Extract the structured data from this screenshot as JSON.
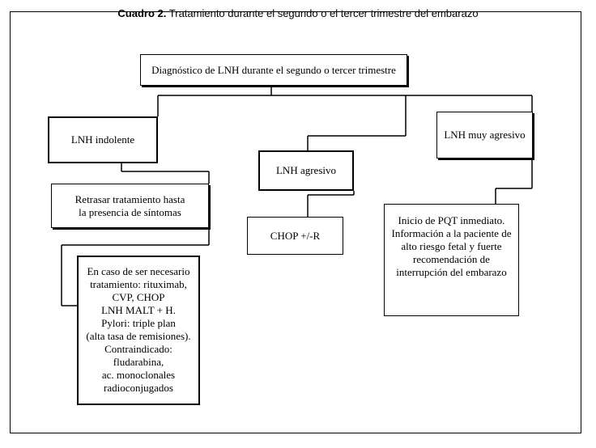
{
  "caption": {
    "label": "Cuadro 2.",
    "text": "Tratamiento durante el segundo o el tercer trimestre del embarazo"
  },
  "nodes": {
    "root": "Diagnóstico de LNH durante el segundo o tercer trimestre",
    "indolente": "LNH indolente",
    "agresivo": "LNH agresivo",
    "muy_agresivo": "LNH muy agresivo",
    "retrasar": "Retrasar tratamiento hasta\nla presencia de síntomas",
    "chop": "CHOP +/-R",
    "pqt": "Inicio de PQT inmediato.\nInformación a la paciente de\nalto riesgo fetal y fuerte\nrecomendación de\ninterrupción del embarazo",
    "necesario": "En caso de ser necesario\ntratamiento: rituximab,\nCVP, CHOP\nLNH MALT + H.\nPylori: triple plan\n(alta tasa de remisiones).\nContraindicado:\nfludarabina,\nac. monoclonales\nradioconjugados"
  }
}
